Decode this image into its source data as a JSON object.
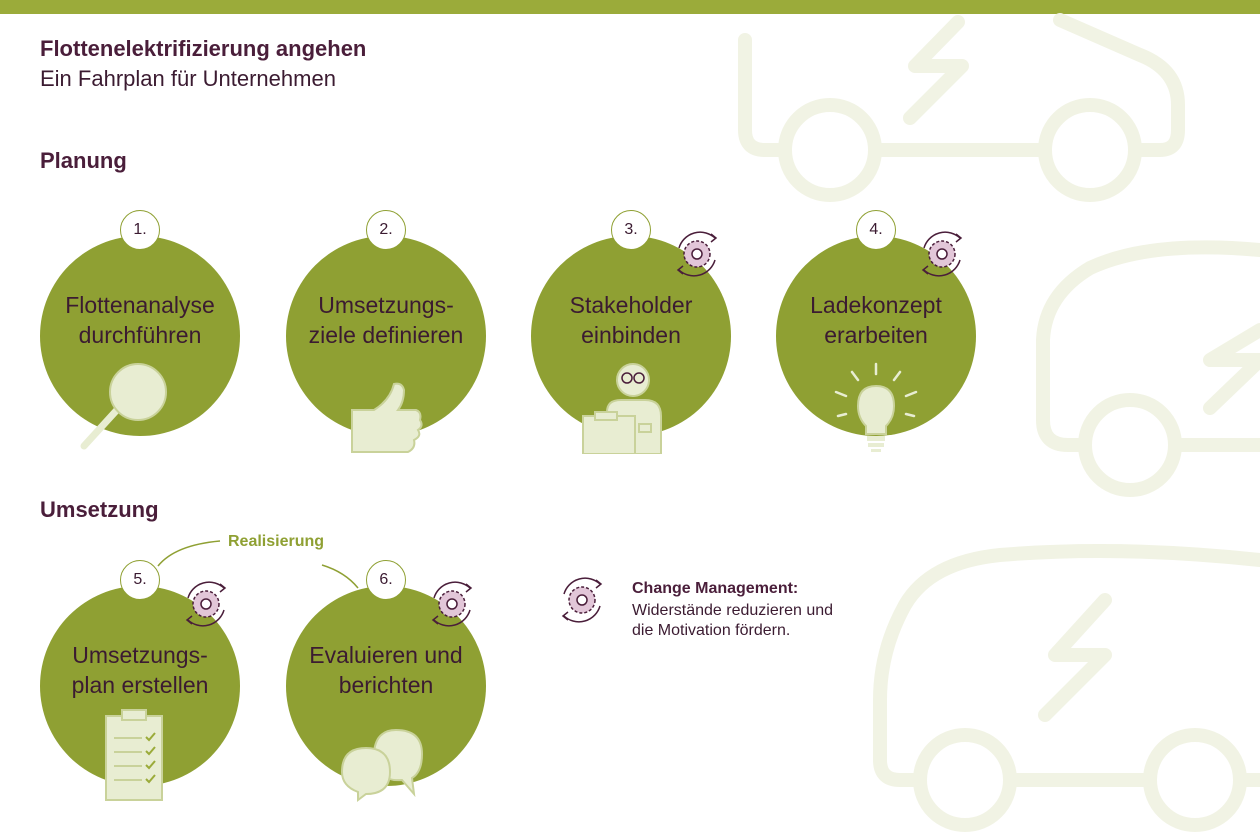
{
  "header": {
    "title": "Flottenelektrifizierung angehen",
    "subtitle": "Ein Fahrplan für Unternehmen"
  },
  "sections": {
    "planning": "Planung",
    "implementation": "Umsetzung"
  },
  "steps": [
    {
      "number": "1.",
      "line1": "Flottenanalyse",
      "line2": "durchführen",
      "icon": "magnifier-icon",
      "change_management": false
    },
    {
      "number": "2.",
      "line1": "Umsetzungs-",
      "line2": "ziele definieren",
      "icon": "thumbs-up-icon",
      "change_management": false
    },
    {
      "number": "3.",
      "line1": "Stakeholder",
      "line2": "einbinden",
      "icon": "person-with-clipboard-icon",
      "change_management": true
    },
    {
      "number": "4.",
      "line1": "Ladekonzept",
      "line2": "erarbeiten",
      "icon": "light-bulb-icon",
      "change_management": true
    },
    {
      "number": "5.",
      "line1": "Umsetzungs-",
      "line2": "plan erstellen",
      "icon": "checklist-icon",
      "change_management": true
    },
    {
      "number": "6.",
      "line1": "Evaluieren und",
      "line2": "berichten",
      "icon": "speech-bubbles-icon",
      "change_management": true
    }
  ],
  "realisation_label": "Realisierung",
  "legend": {
    "title": "Change Management:",
    "line1": "Widerstände reduzieren und",
    "line2": "die Motivation fördern.",
    "icon": "gear-cycle-icon"
  },
  "colors": {
    "accent_green": "#8fa033",
    "top_bar": "#9bab3a",
    "text_dark": "#4a1e3a",
    "icon_fill": "#e8edd2",
    "gear_fill": "#e2c6d8",
    "background_cars": "#f1f3e4"
  }
}
